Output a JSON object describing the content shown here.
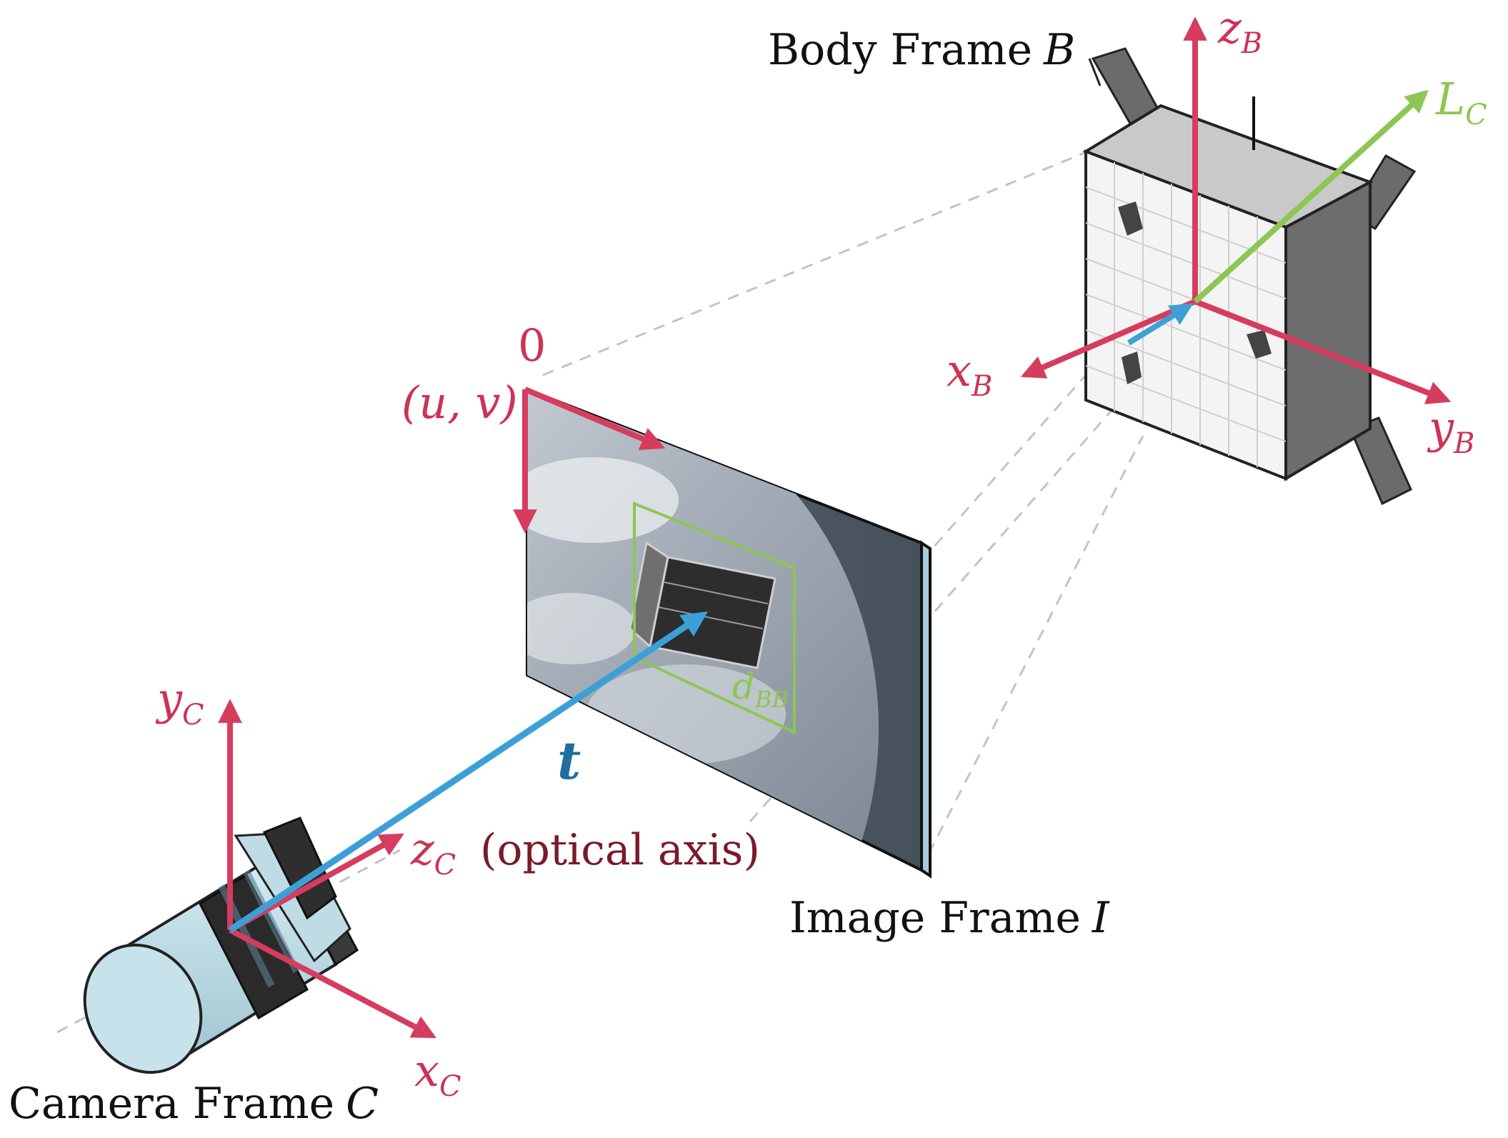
{
  "frames": {
    "body": {
      "label": "Body Frame",
      "symbol": "B"
    },
    "image": {
      "label": "Image Frame",
      "symbol": "I"
    },
    "camera": {
      "label": "Camera Frame",
      "symbol": "C"
    }
  },
  "axes": {
    "zB": {
      "base": "z",
      "sub": "B"
    },
    "xB": {
      "base": "x",
      "sub": "B"
    },
    "yB": {
      "base": "y",
      "sub": "B"
    },
    "LC": {
      "base": "L",
      "sub": "C"
    },
    "yC": {
      "base": "y",
      "sub": "C"
    },
    "xC": {
      "base": "x",
      "sub": "C"
    },
    "zC": {
      "base": "z",
      "sub": "C",
      "note": "(optical axis)"
    }
  },
  "image_plane": {
    "origin": "0",
    "pixel_coords": "(u, v)",
    "bbox_label": {
      "base": "d",
      "sub": "BB"
    }
  },
  "translation": {
    "symbol": "t"
  },
  "colors": {
    "axis_red": "#d63c5e",
    "translation_blue": "#3d9fd8",
    "bbox_green": "#8dc653",
    "annotation_dark_red": "#7a1a2a"
  }
}
